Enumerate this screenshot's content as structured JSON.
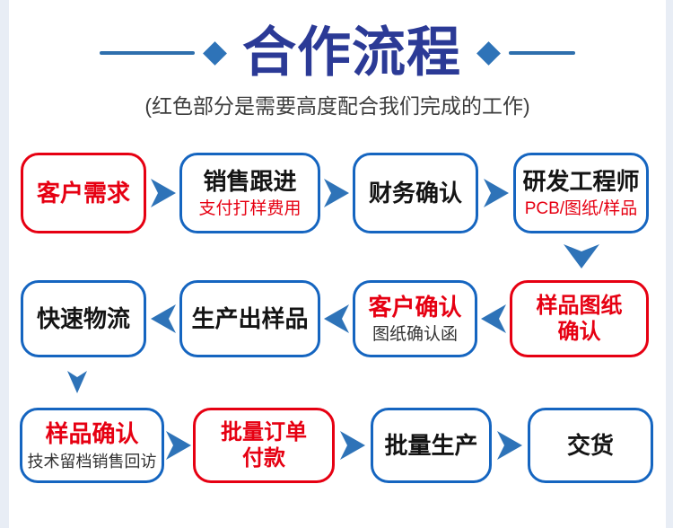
{
  "header": {
    "title": "合作流程",
    "subtitle": "(红色部分是需要高度配合我们完成的工作)"
  },
  "colors": {
    "accent_red": "#e60012",
    "accent_blue": "#1565c0",
    "title_navy": "#2b3a96",
    "arrow_blue": "#2e73b8",
    "deco_blue": "#2e6fad",
    "page_edge": "#e8edf5"
  },
  "icons": {
    "arrow_right": "solid right-pointing triangle arrow",
    "arrow_left": "solid left-pointing triangle arrow",
    "arrow_down": "solid down-pointing chevron arrow",
    "diamond": "diamond bullet"
  },
  "flow": {
    "row1": {
      "steps": [
        {
          "title": "客户需求"
        },
        {
          "title": "销售跟进",
          "subtitle": "支付打样费用"
        },
        {
          "title": "财务确认"
        },
        {
          "title": "研发工程师",
          "subtitle": "PCB/图纸/样品"
        }
      ]
    },
    "row2": {
      "steps": [
        {
          "title": "快速物流"
        },
        {
          "title": "生产出样品"
        },
        {
          "title": "客户确认",
          "subtitle": "图纸确认函"
        },
        {
          "title": "样品图纸\n确认"
        }
      ]
    },
    "row3": {
      "steps": [
        {
          "title": "样品确认",
          "subtitle": "技术留档销售回访"
        },
        {
          "title": "批量订单\n付款"
        },
        {
          "title": "批量生产"
        },
        {
          "title": "交货"
        }
      ]
    }
  }
}
